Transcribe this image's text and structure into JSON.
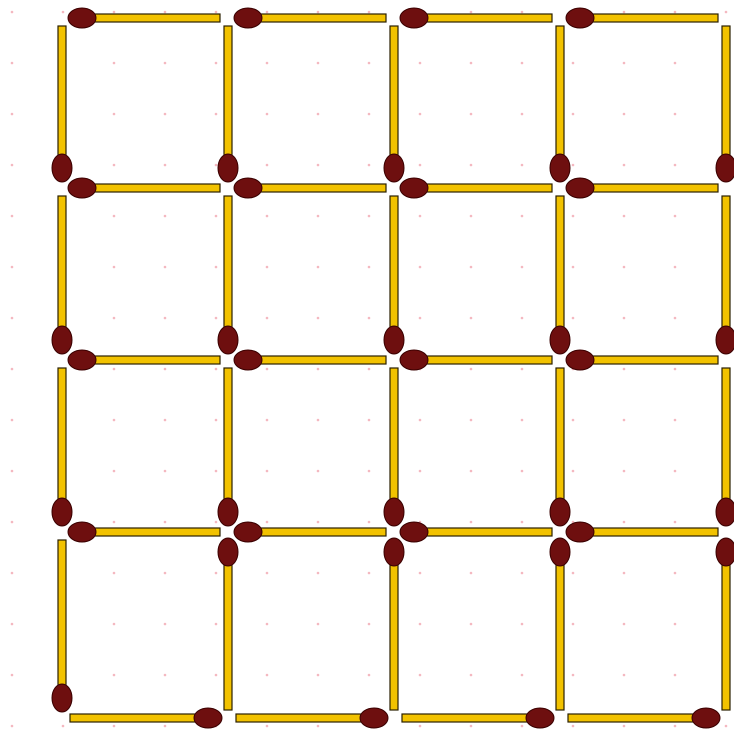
{
  "puzzle": {
    "type": "matchstick-grid",
    "rows": 4,
    "cols": 4,
    "match_count": 40
  },
  "colors": {
    "background": "#ffffff",
    "grid_dot": "#f4b8c0",
    "stick_fill": "#f2c200",
    "stick_outline": "#2a2000",
    "head_fill": "#6e0f0f",
    "head_outline": "#3a0000"
  },
  "matches": {
    "horizontal": [
      [
        "left",
        "left",
        "left",
        "left"
      ],
      [
        "left",
        "left",
        "left",
        "left"
      ],
      [
        "left",
        "left",
        "left",
        "left"
      ],
      [
        "left",
        "left",
        "left",
        "left"
      ],
      [
        "right",
        "right",
        "right",
        "right"
      ]
    ],
    "vertical": [
      [
        "bottom",
        "bottom",
        "bottom",
        "bottom",
        "bottom"
      ],
      [
        "bottom",
        "bottom",
        "bottom",
        "bottom",
        "bottom"
      ],
      [
        "bottom",
        "bottom",
        "bottom",
        "bottom",
        "bottom"
      ],
      [
        "bottom",
        "top",
        "top",
        "top",
        "top"
      ]
    ]
  }
}
